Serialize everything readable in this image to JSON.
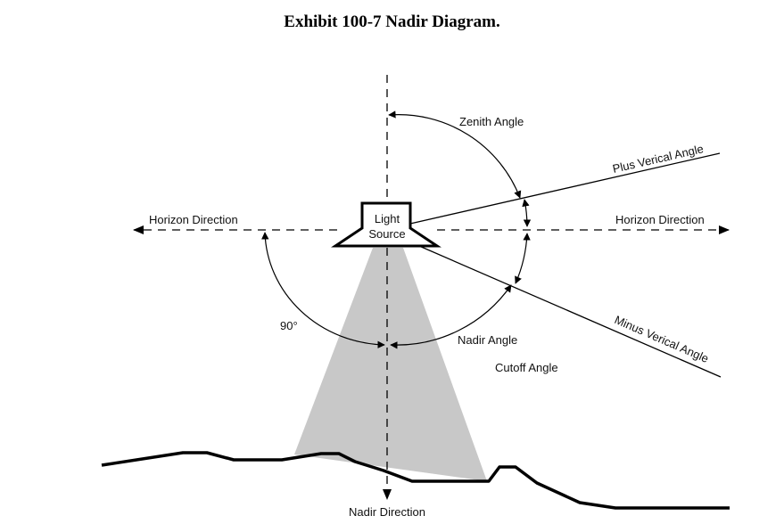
{
  "title": "Exhibit 100-7 Nadir Diagram.",
  "labels": {
    "zenith_angle": "Zenith Angle",
    "plus_vertical_angle": "Plus Verical Angle",
    "minus_vertical_angle": "Minus Verical Angle",
    "horizon_left": "Horizon Direction",
    "horizon_right": "Horizon Direction",
    "light_line1": "Light",
    "light_line2": "Source",
    "ninety": "90°",
    "nadir_angle": "Nadir Angle",
    "cutoff_angle": "Cutoff Angle",
    "nadir_direction": "Nadir Direction"
  },
  "colors": {
    "line": "#000000",
    "light_cone": "#c8c8c8",
    "background": "#ffffff"
  }
}
